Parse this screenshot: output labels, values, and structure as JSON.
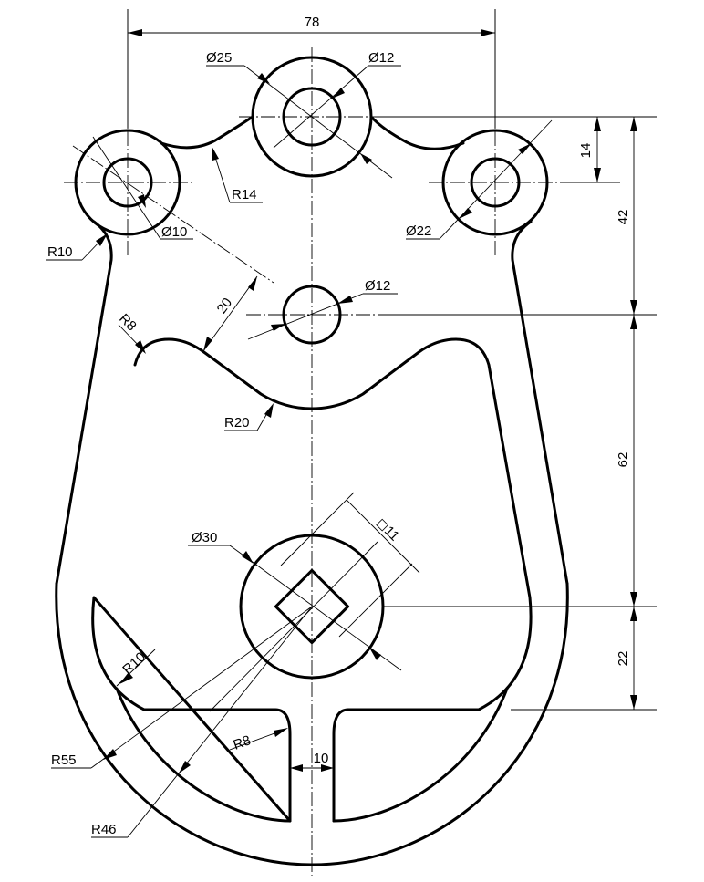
{
  "dimensions": {
    "width_78": "78",
    "height_14": "14",
    "height_42": "42",
    "height_62": "62",
    "height_22": "22",
    "gap_10": "10",
    "offset_20": "20"
  },
  "callouts": {
    "dia_25": "Ø25",
    "dia_12_top": "Ø12",
    "dia_10": "Ø10",
    "dia_22": "Ø22",
    "dia_12_mid": "Ø12",
    "dia_30": "Ø30",
    "square_11": "◻11",
    "r14": "R14",
    "r10_left": "R10",
    "r8_upper": "R8",
    "r20": "R20",
    "r10_lower": "R10",
    "r55": "R55",
    "r8_lower": "R8",
    "r46": "R46"
  }
}
